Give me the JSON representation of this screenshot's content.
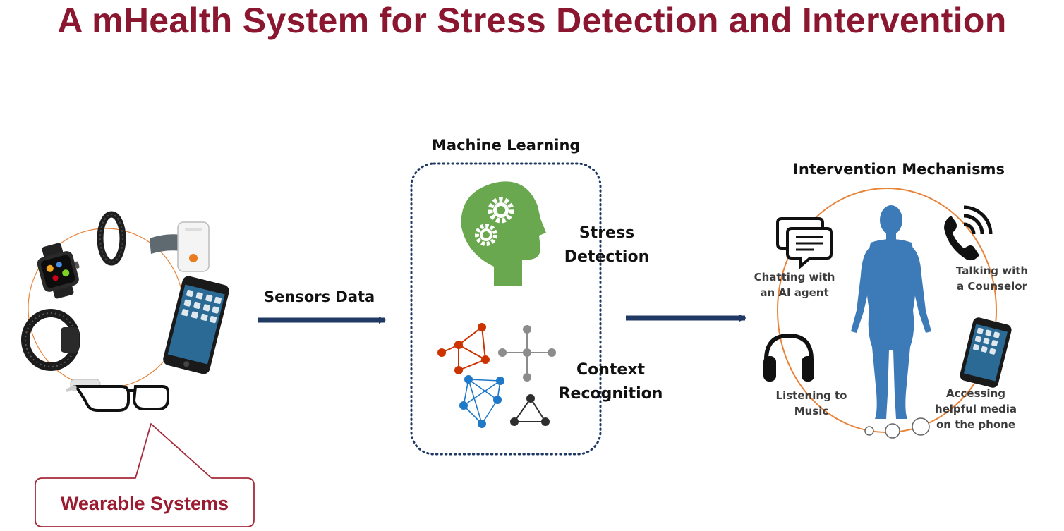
{
  "title": "A mHealth System for Stress Detection and Intervention",
  "wearables": {
    "callout_label": "Wearable Systems",
    "devices": [
      "smartwatch-icon",
      "fitness-band-icon",
      "sensor-armband-icon",
      "smartphone-icon",
      "smart-glasses-icon",
      "wristband-icon"
    ]
  },
  "arrow_label": "Sensors Data",
  "machine_learning": {
    "heading": "Machine Learning",
    "stress_detection": [
      "Stress",
      "Detection"
    ],
    "context_recognition": [
      "Context",
      "Recognition"
    ]
  },
  "intervention": {
    "heading": "Intervention Mechanisms",
    "items": {
      "chat": [
        "Chatting with",
        "an AI agent"
      ],
      "counselor": [
        "Talking with",
        "a Counselor"
      ],
      "music": [
        "Listening to",
        "Music"
      ],
      "media": [
        "Accessing",
        "helpful media",
        "on the phone"
      ]
    }
  },
  "colors": {
    "title": "#8b1630",
    "arrow": "#1f3864",
    "ring": "#e8843a",
    "head": "#6aa84f",
    "body": "#3d7ab8",
    "graph_red": "#cc3300",
    "graph_blue": "#1f78c8",
    "graph_gray": "#8c8c8c"
  }
}
